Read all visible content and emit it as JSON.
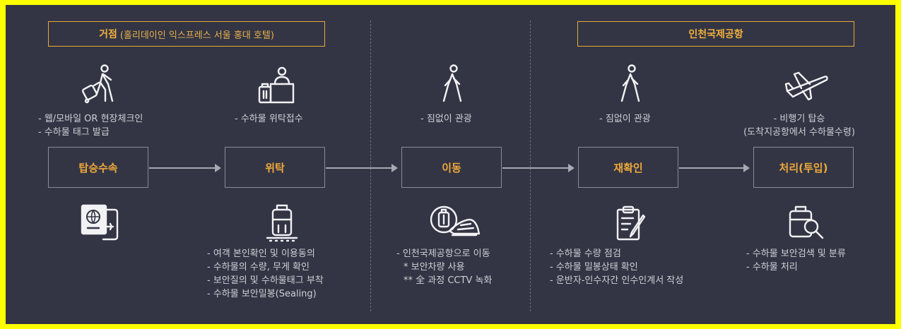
{
  "headers": {
    "base_title": "거점",
    "base_subtitle": "(홀리데이인 익스프레스 서울 홍대 호텔)",
    "airport_title": "인천국제공항"
  },
  "stages": [
    {
      "label": "탑승수속"
    },
    {
      "label": "위탁"
    },
    {
      "label": "이동"
    },
    {
      "label": "재확인"
    },
    {
      "label": "처리(투입)"
    }
  ],
  "top_notes": [
    [
      "- 웹/모바일 OR 현장체크인",
      "- 수하물 태그 발급"
    ],
    [
      "- 수하물 위탁접수"
    ],
    [
      "- 짐없이 관광"
    ],
    [
      "- 짐없이 관광"
    ],
    [
      "- 비행기 탑승",
      "(도착지공항에서 수하물수령)"
    ]
  ],
  "bottom_notes": [
    [],
    [
      "- 여객 본인확인 및 이용동의",
      "- 수하물의 수량, 무게 확인",
      "- 보안질의 및 수하물태그 부착",
      "- 수하물 보안밀봉(Sealing)"
    ],
    [
      "- 인천국제공항으로 이동",
      "* 보안차량 사용",
      "** 全 과정 CCTV 녹화"
    ],
    [
      "- 수하물 수량 점검",
      "- 수하물 밀봉상태 확인",
      "- 운반자-인수자간 인수인계서 작성"
    ],
    [
      "- 수하물 보안검색 및 분류",
      "- 수하물 처리"
    ]
  ],
  "icons": {
    "top": [
      "traveler-luggage-icon",
      "check-in-counter-icon",
      "walking-person-icon",
      "walking-person-icon",
      "airplane-icon"
    ],
    "bottom": [
      "passport-ticket-icon",
      "luggage-scale-icon",
      "luggage-vehicle-icon",
      "clipboard-icon",
      "luggage-search-icon"
    ]
  },
  "colors": {
    "background": "#333544",
    "accent": "#f0a93a",
    "line": "#a8a9b2",
    "frame": "#ffff00"
  }
}
